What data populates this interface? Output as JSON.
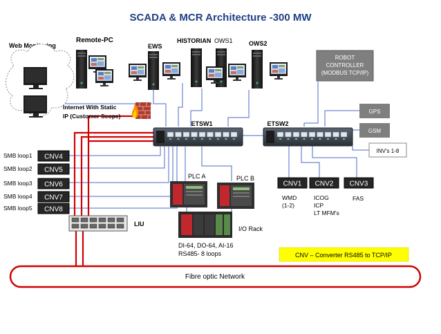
{
  "title": "SCADA & MCR Architecture -300 MW",
  "labels": {
    "web_monitoring": "Web Monitoring",
    "remote_pc": "Remote-PC",
    "ews": "EWS",
    "historian": "HISTORIAN",
    "ows1": "OWS1",
    "ows2": "OWS2",
    "internet_line1": "Internet With Static",
    "internet_line2": "IP (Customer Scope)",
    "etsw1": "ETSW1",
    "etsw2": "ETSW2",
    "plc_a": "PLC A",
    "plc_b": "PLC B",
    "io_rack": "I/O Rack",
    "liu": "LIU",
    "io_line1": "DI-64, DO-64, AI-16",
    "io_line2": "RS485- 8 loops",
    "fibre": "Fibre optic Network",
    "legend": "CNV – Converter RS485 to TCP/IP"
  },
  "robot": [
    "ROBOT",
    "CONTROLLER",
    "(MODBUS TCP/IP)"
  ],
  "right_boxes": {
    "gps": "GPS",
    "gsm": "GSM"
  },
  "inv": "INV's 1-8",
  "loops": [
    {
      "label": "SMB loop1",
      "cnv": "CNV4"
    },
    {
      "label": "SMB loop2",
      "cnv": "CNV5"
    },
    {
      "label": "SMB loop3",
      "cnv": "CNV6"
    },
    {
      "label": "SMB loop4",
      "cnv": "CNV7"
    },
    {
      "label": "SMB loop5",
      "cnv": "CNV8"
    }
  ],
  "cnv_top": [
    {
      "name": "CNV1",
      "sub": [
        "WMD",
        "(1-2)"
      ]
    },
    {
      "name": "CNV2",
      "sub": [
        "ICOG",
        "ICP",
        "LT MFM's"
      ]
    },
    {
      "name": "CNV3",
      "sub": [
        "FAS"
      ]
    }
  ],
  "colors": {
    "title": "#1f3f86",
    "dark_box": "#262626",
    "fibre": "#d00000",
    "blue_line": "#4b68c4",
    "gray_box": "#7f7f7f",
    "legend_bg": "#ffff00"
  }
}
